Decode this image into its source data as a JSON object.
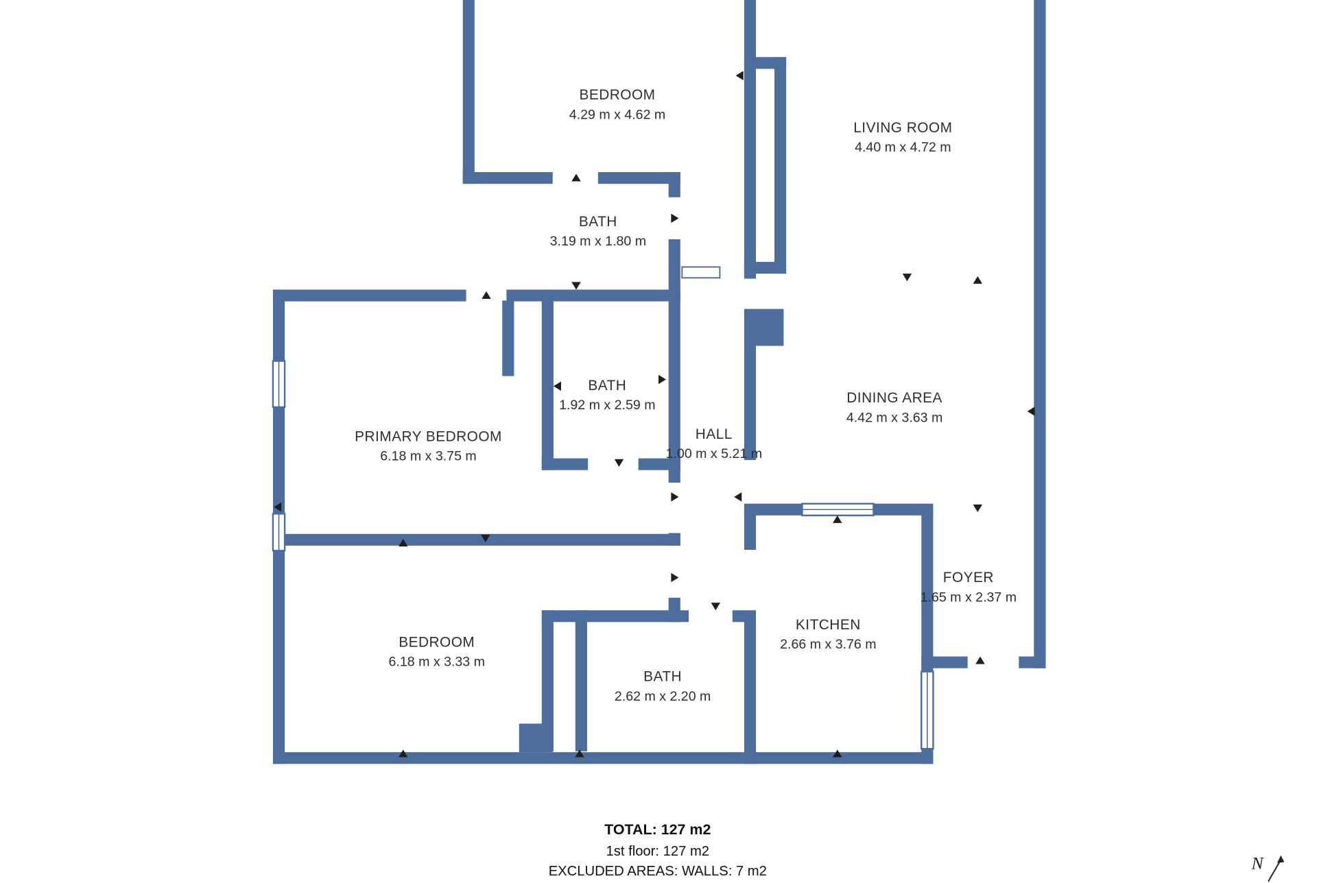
{
  "plan": {
    "rooms": {
      "bedroom_top": {
        "name": "BEDROOM",
        "dims": "4.29 m x 4.62 m"
      },
      "living_room": {
        "name": "LIVING ROOM",
        "dims": "4.40 m x 4.72 m"
      },
      "bath_top": {
        "name": "BATH",
        "dims": "3.19 m x 1.80 m"
      },
      "bath_mid": {
        "name": "BATH",
        "dims": "1.92 m x 2.59 m"
      },
      "primary_bedroom": {
        "name": "PRIMARY BEDROOM",
        "dims": "6.18 m x 3.75 m"
      },
      "hall": {
        "name": "HALL",
        "dims": "1.00 m x 5.21 m"
      },
      "dining_area": {
        "name": "DINING AREA",
        "dims": "4.42 m x 3.63 m"
      },
      "foyer": {
        "name": "FOYER",
        "dims": "1.65 m x 2.37 m"
      },
      "kitchen": {
        "name": "KITCHEN",
        "dims": "2.66 m x 3.76 m"
      },
      "bedroom_lower": {
        "name": "BEDROOM",
        "dims": "6.18 m x 3.33 m"
      },
      "bath_lower": {
        "name": "BATH",
        "dims": "2.62 m x 2.20 m"
      }
    },
    "colors": {
      "wall": "#4d6d9d",
      "marker": "#1f1f1f",
      "text": "#2e2e2e"
    }
  },
  "footer": {
    "total": "TOTAL: 127 m2",
    "floor": "1st floor: 127 m2",
    "excluded": "EXCLUDED AREAS: WALLS: 7 m2"
  },
  "compass": {
    "label": "N"
  }
}
